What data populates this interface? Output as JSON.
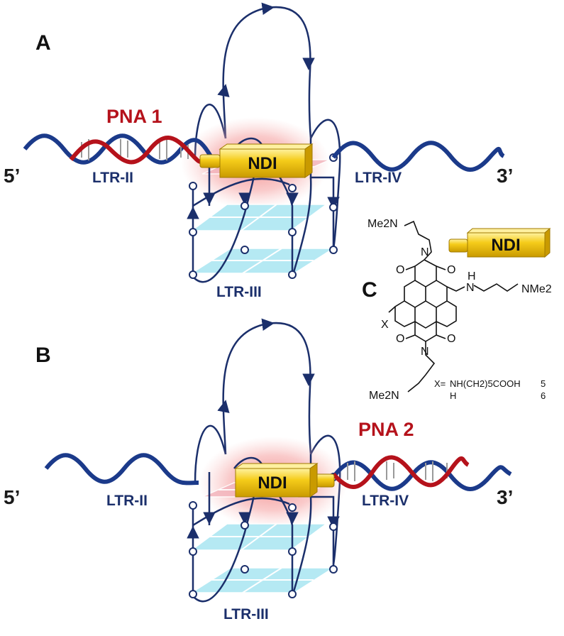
{
  "panels": {
    "a": {
      "letter": "A",
      "five_prime": "5’",
      "three_prime": "3’",
      "pna": "PNA 1",
      "ndi": "NDI",
      "ltr_left": "LTR-II",
      "ltr_bottom": "LTR-III",
      "ltr_right": "LTR-IV"
    },
    "b": {
      "letter": "B",
      "five_prime": "5’",
      "three_prime": "3’",
      "pna": "PNA 2",
      "ndi": "NDI",
      "ltr_left": "LTR-II",
      "ltr_bottom": "LTR-III",
      "ltr_right": "LTR-IV"
    },
    "c": {
      "letter": "C",
      "ndi": "NDI",
      "atoms": {
        "nme2_top": "Me2N",
        "nme2_side": "NMe2",
        "nme2_bottom": "Me2N",
        "n_top": "N",
        "n_bottom": "N",
        "nh_n": "N",
        "nh_h": "H",
        "o": "O",
        "x": "X"
      },
      "legend": {
        "x_prefix": "X=",
        "r5": "NH(CH2)5COOH",
        "r6": "H",
        "n5": "5",
        "n6": "6"
      }
    }
  },
  "colors": {
    "dna": "#1b3a8a",
    "pna": "#b5121b",
    "rungs": "#9a9a9a",
    "loop": "#1b2f6b",
    "ndi_fill": "#f2c200",
    "glow": "#f07a7a",
    "tetrad": "#a9e6f2"
  }
}
